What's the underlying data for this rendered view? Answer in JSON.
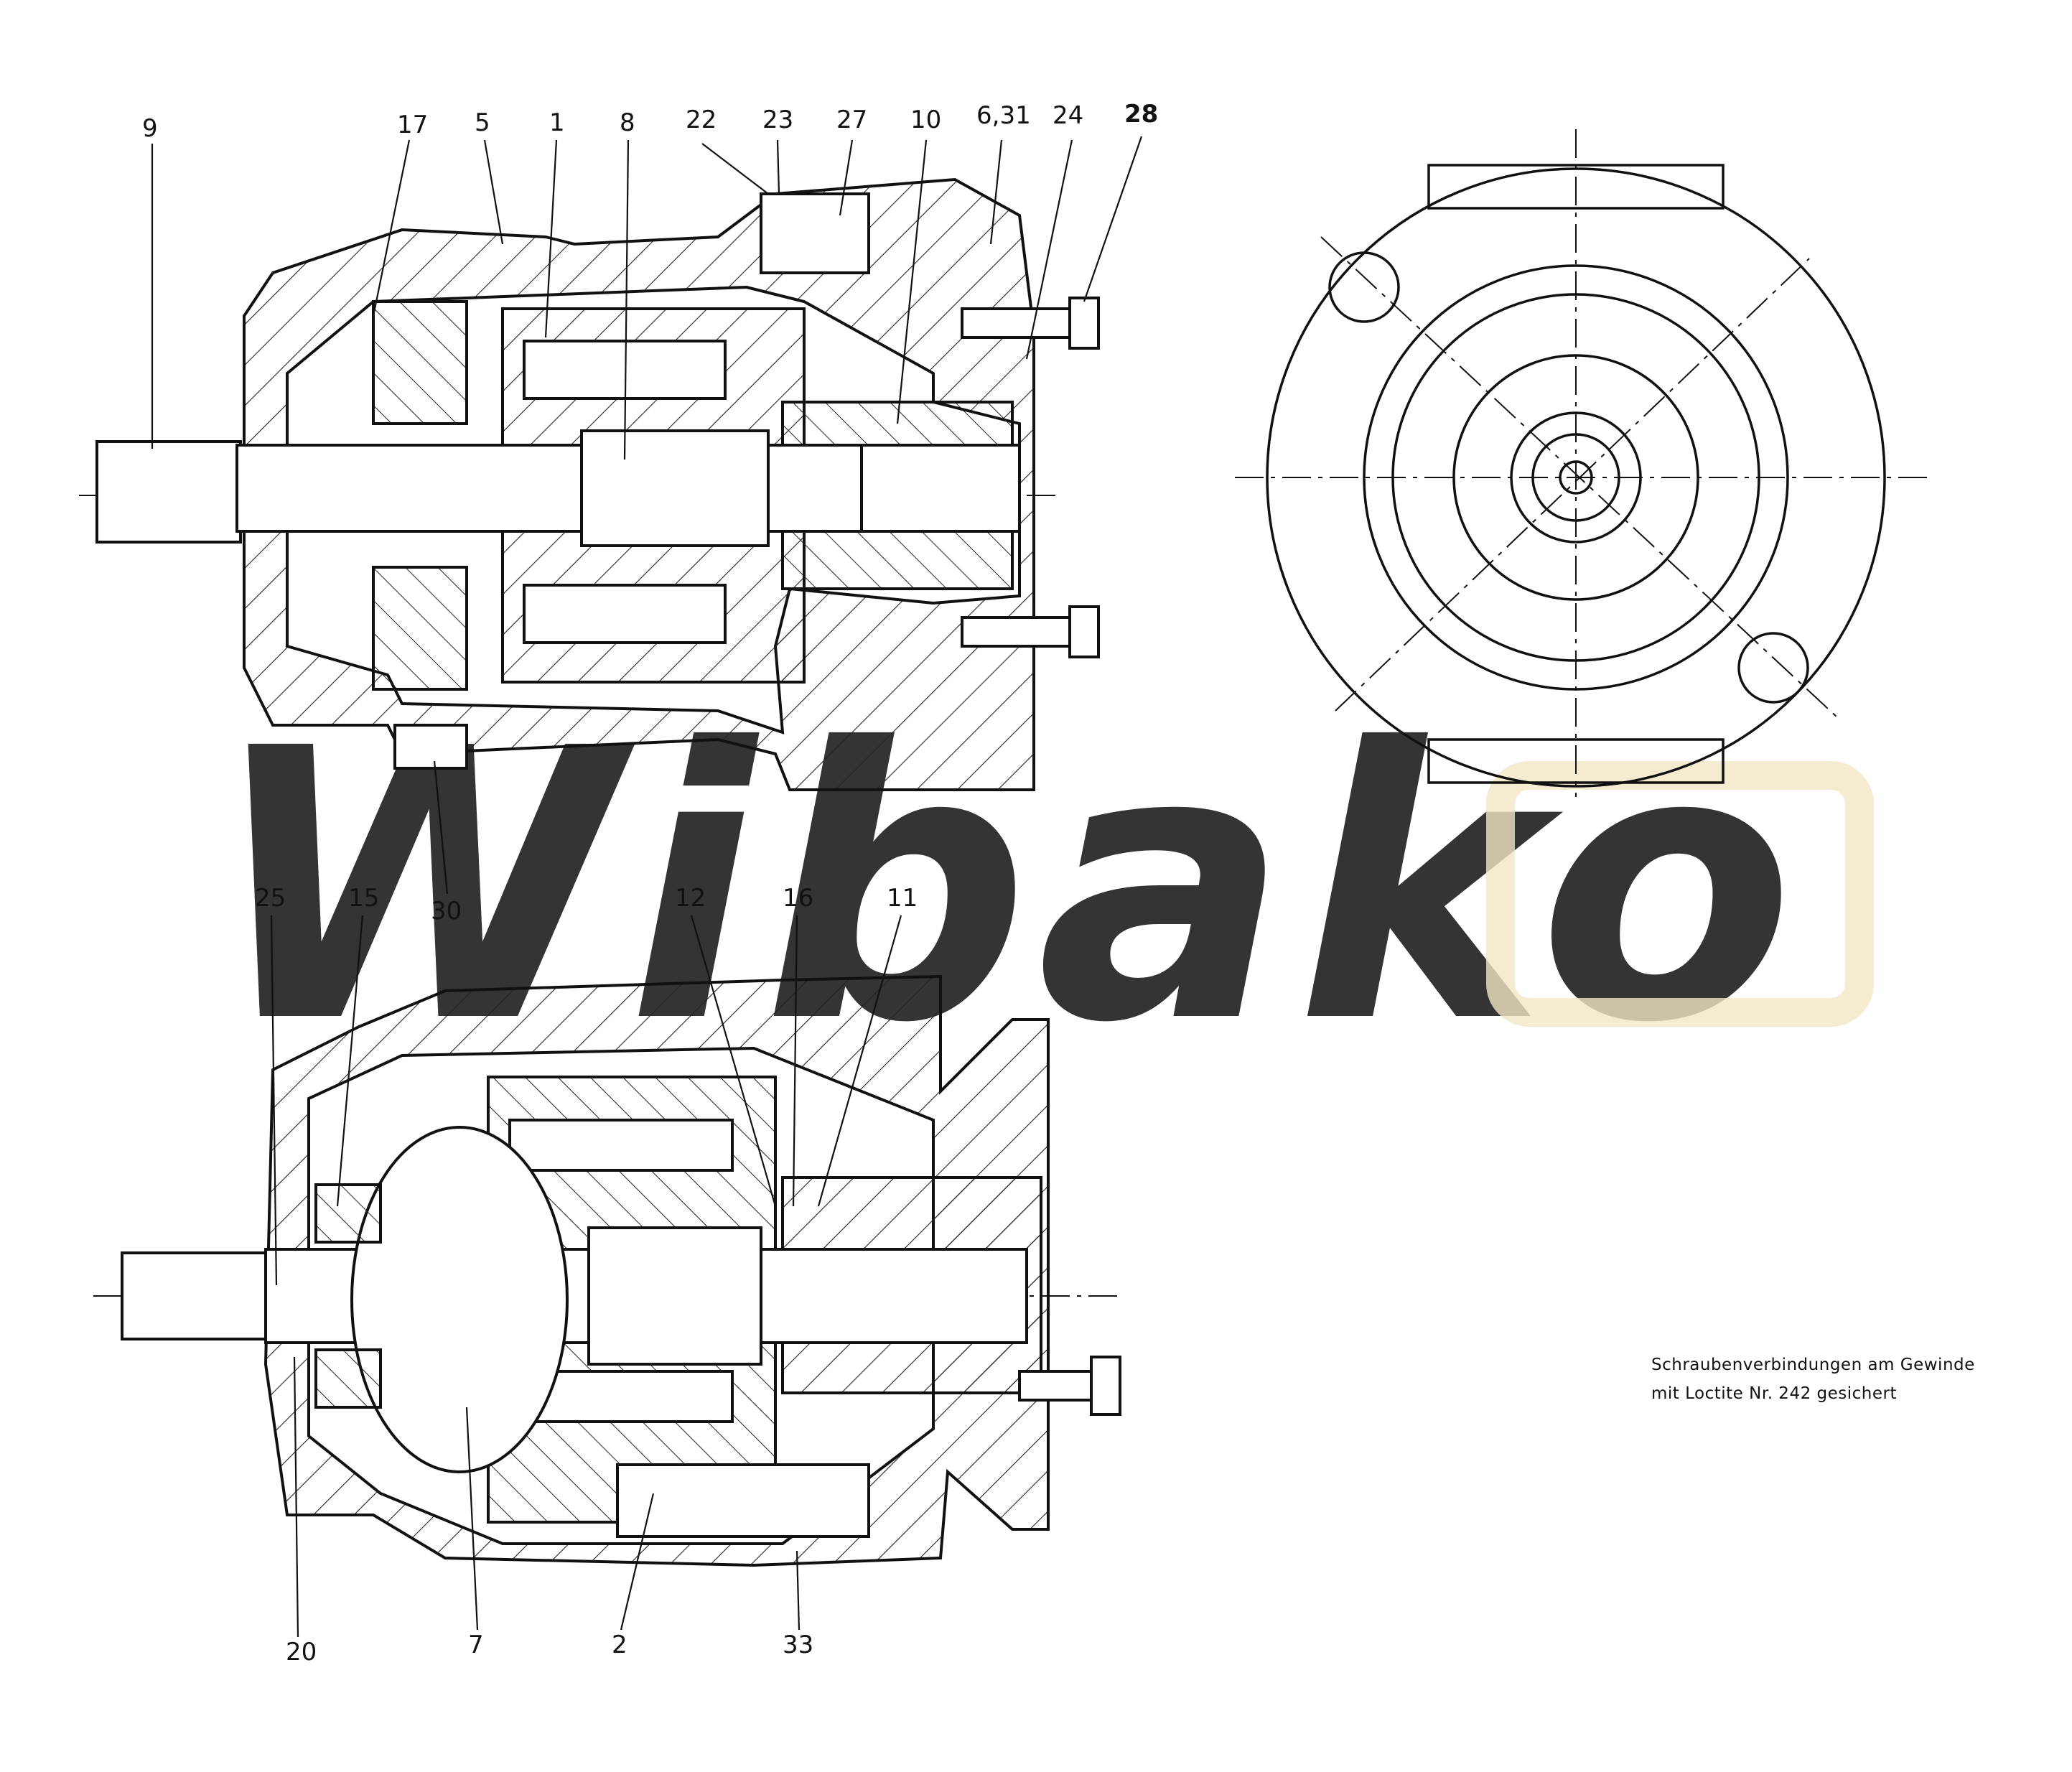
{
  "watermark": {
    "text": "Wibako",
    "color": "#f3e6c4"
  },
  "colors": {
    "ink": "#111111",
    "hatch": "#222222",
    "background": "#ffffff"
  },
  "callouts": {
    "top_view": [
      "9",
      "17",
      "5",
      "1",
      "8",
      "22",
      "23",
      "27",
      "10",
      "6,31",
      "24",
      "28",
      "30"
    ],
    "bottom_view": [
      "25",
      "15",
      "12",
      "16",
      "11",
      "20",
      "7",
      "2",
      "33"
    ]
  },
  "note": {
    "line1": "Schraubenverbindungen am Gewinde",
    "line2": "mit Loctite Nr. 242 gesichert"
  }
}
